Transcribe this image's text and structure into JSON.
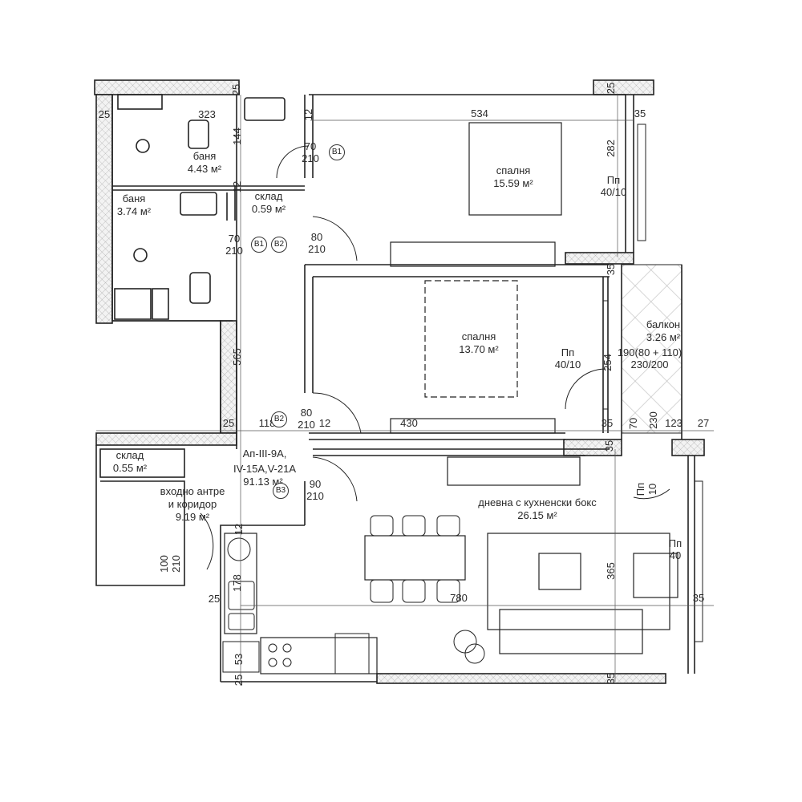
{
  "rooms": [
    {
      "name": "баня",
      "area": "4.43 м²"
    },
    {
      "name": "баня",
      "area": "3.74 м²"
    },
    {
      "name": "склад",
      "area": "0.59 м²"
    },
    {
      "name": "спалня",
      "area": "15.59 м²"
    },
    {
      "name": "спалня",
      "area": "13.70 м²"
    },
    {
      "name": "балкон",
      "area": "3.26 м²"
    },
    {
      "name": "склад",
      "area": "0.55 м²"
    },
    {
      "name": "входно антре",
      "name2": "и коридор",
      "area": "9.19 м²"
    },
    {
      "name": "дневна с кухненски бокс",
      "area": "26.15 м²"
    }
  ],
  "apartment": {
    "line1": "Ап-III-9А,",
    "line2": "IV-15А,V-21А",
    "area": "91.13 м²"
  },
  "dimensions": [
    "25",
    "25",
    "323",
    "144",
    "12",
    "534",
    "25",
    "35",
    "282",
    "12",
    "565",
    "25",
    "118",
    "12",
    "430",
    "35",
    "35",
    "70",
    "230",
    "123",
    "27",
    "35",
    "254",
    "12",
    "178",
    "25",
    "53",
    "25",
    "780",
    "365",
    "35",
    "35"
  ],
  "doors": [
    {
      "width": "70",
      "height": "210",
      "tag": "B1"
    },
    {
      "width": "70",
      "height": "210",
      "tag": "B1"
    },
    {
      "width": "80",
      "height": "210",
      "tag": "B2"
    },
    {
      "width": "80",
      "height": "210",
      "tag": "B2"
    },
    {
      "width": "90",
      "height": "210",
      "tag": "B3"
    },
    {
      "width": "100",
      "height": "210"
    }
  ],
  "windows": [
    {
      "type": "Пп",
      "size": "40/10"
    },
    {
      "type": "Пп",
      "size": "40/10"
    },
    {
      "type": "190(80 + 110)",
      "size": "230/200"
    },
    {
      "type": "Пп",
      "size": "10"
    },
    {
      "type": "Пп",
      "size": "40"
    }
  ]
}
